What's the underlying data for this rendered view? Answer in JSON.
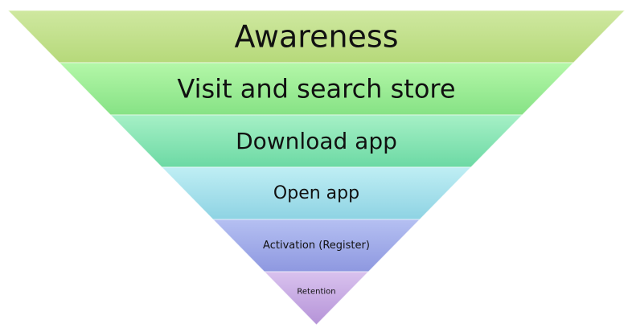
{
  "funnel": {
    "stages": [
      {
        "label": "Awareness",
        "colors": [
          "#cfe8a0",
          "#b6d97a"
        ]
      },
      {
        "label": "Visit and search store",
        "colors": [
          "#b4f7a8",
          "#86e285"
        ]
      },
      {
        "label": "Download app",
        "colors": [
          "#a6f0c6",
          "#6cd9a4"
        ]
      },
      {
        "label": "Open app",
        "colors": [
          "#bfeef4",
          "#8ed3e3"
        ]
      },
      {
        "label": "Activation (Register)",
        "colors": [
          "#b5c0f2",
          "#8e98e0"
        ]
      },
      {
        "label": "Retention",
        "colors": [
          "#d9c2ee",
          "#b593d8"
        ]
      }
    ]
  }
}
